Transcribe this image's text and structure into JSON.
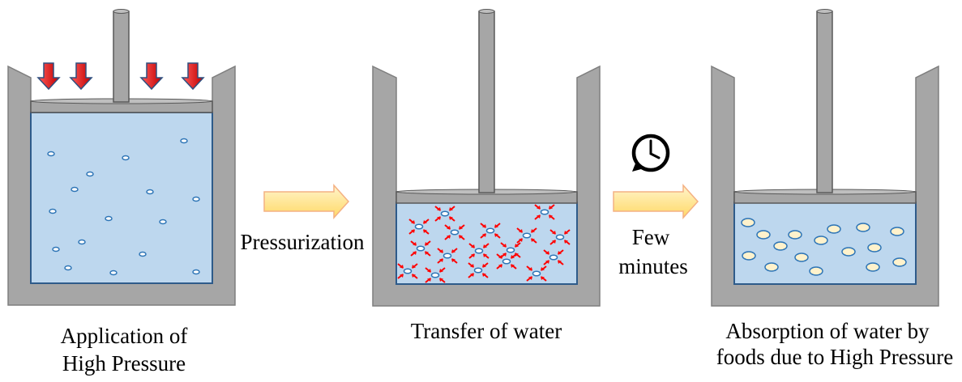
{
  "stages": [
    {
      "id": "stage-1",
      "caption": [
        "Application of",
        "High Pressure"
      ],
      "water_level_fraction": 1.0,
      "particle_state": "dispersed",
      "pressure_arrows": 4
    },
    {
      "id": "stage-2",
      "caption": [
        "Transfer of water"
      ],
      "water_level_fraction": 0.43,
      "particle_state": "compressed"
    },
    {
      "id": "stage-3",
      "caption": [
        "Absorption of water by",
        "foods due to High Pressure"
      ],
      "water_level_fraction": 0.4,
      "particle_state": "swollen"
    }
  ],
  "transitions": [
    {
      "id": "transition-1",
      "label": [
        "Pressurization"
      ],
      "icon": ""
    },
    {
      "id": "transition-2",
      "label": [
        "Few",
        "minutes"
      ],
      "icon": "clock-icon"
    }
  ],
  "colors": {
    "vessel_wall": "#a6a6a6",
    "vessel_edge": "#7f7f7f",
    "water": "#bdd7ee",
    "water_edge": "#2e5b8a",
    "piston": "#a6a6a6",
    "pressure_arrow": "#e31a1c",
    "transition_arrow": "#ffd966",
    "swollen_food": "#fff2cc"
  }
}
